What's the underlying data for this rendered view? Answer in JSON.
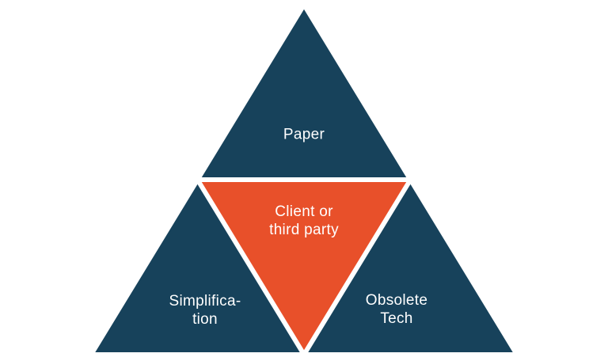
{
  "diagram": {
    "title": "pyramid-risk-diagram",
    "colors": {
      "dark": "#17425B",
      "orange": "#E8502A",
      "text": "#FFFFFF",
      "background": "#FFFFFF"
    },
    "sections": [
      {
        "id": "top",
        "lines": [
          "Paper",
          ""
        ]
      },
      {
        "id": "center",
        "lines": [
          "Client or",
          "third party"
        ]
      },
      {
        "id": "bottom-left",
        "lines": [
          "Simplifica-",
          "tion"
        ]
      },
      {
        "id": "bottom-right",
        "lines": [
          "Obsolete",
          "Tech"
        ]
      }
    ]
  }
}
